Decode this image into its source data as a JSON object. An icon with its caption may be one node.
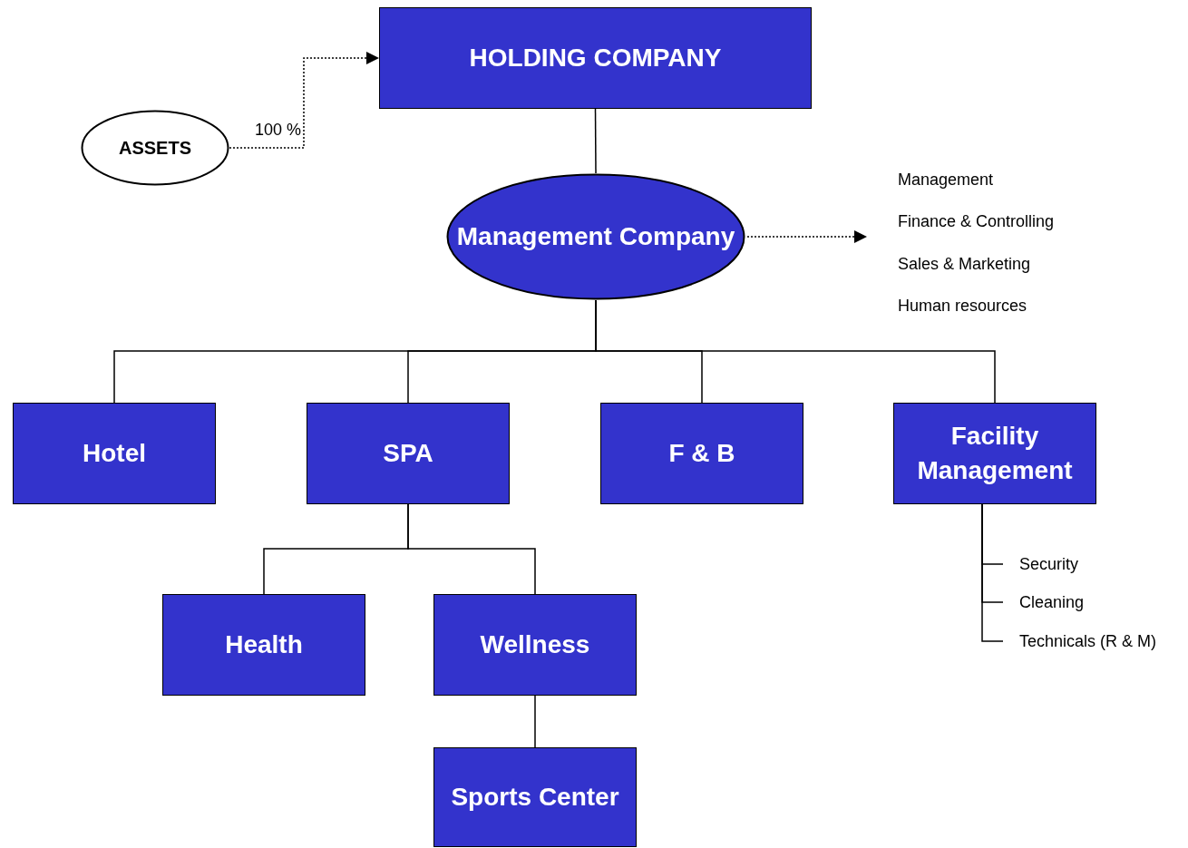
{
  "diagram": {
    "nodes": [
      {
        "text": [
          "HOLDING COMPANY"
        ]
      },
      {
        "text": [
          "ASSETS"
        ]
      },
      {
        "text": [
          "Management Company"
        ]
      },
      {
        "text": [
          "Management",
          "Finance & Controlling",
          "Sales & Marketing",
          "Human resources"
        ]
      },
      {
        "text": [
          "Hotel"
        ]
      },
      {
        "text": [
          "SPA"
        ]
      },
      {
        "text": [
          "F & B"
        ]
      },
      {
        "text": [
          "Facility Management"
        ]
      },
      {
        "text": [
          "Health"
        ]
      },
      {
        "text": [
          "Wellness"
        ]
      },
      {
        "text": [
          "Sports Center"
        ]
      },
      {
        "text": [
          "Security"
        ]
      },
      {
        "text": [
          "Cleaning"
        ]
      },
      {
        "text": [
          "Technicals (R & M)"
        ]
      }
    ],
    "edges": [
      {
        "from": 1,
        "to": 0,
        "arrow": "to",
        "style": "dashed",
        "label": "100 %"
      },
      {
        "from": 0,
        "to": 2,
        "arrow": "none"
      },
      {
        "from": 2,
        "to": 3,
        "arrow": "to",
        "style": "dashed"
      },
      {
        "from": 2,
        "to": 4,
        "arrow": "none"
      },
      {
        "from": 2,
        "to": 5,
        "arrow": "none"
      },
      {
        "from": 2,
        "to": 6,
        "arrow": "none"
      },
      {
        "from": 2,
        "to": 7,
        "arrow": "none"
      },
      {
        "from": 5,
        "to": 8,
        "arrow": "none"
      },
      {
        "from": 5,
        "to": 9,
        "arrow": "none"
      },
      {
        "from": 9,
        "to": 10,
        "arrow": "none"
      },
      {
        "from": 7,
        "to": 11,
        "arrow": "none"
      },
      {
        "from": 7,
        "to": 12,
        "arrow": "none"
      },
      {
        "from": 7,
        "to": 13,
        "arrow": "none"
      }
    ]
  }
}
